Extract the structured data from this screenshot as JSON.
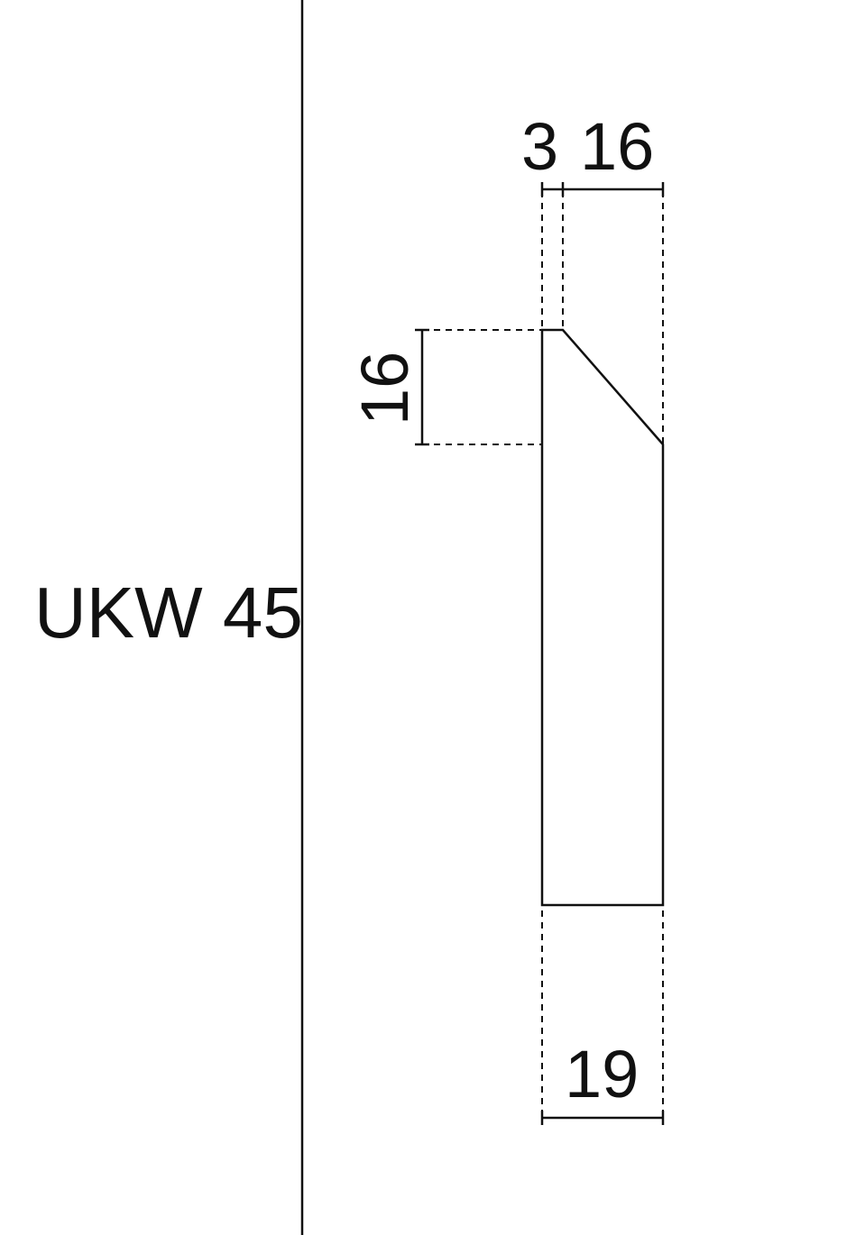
{
  "label": "UKW 45",
  "dimensions": {
    "top_left": "3",
    "top_right": "16",
    "left_vertical": "16",
    "bottom": "19"
  },
  "colors": {
    "line": "#111111",
    "background": "#ffffff"
  }
}
